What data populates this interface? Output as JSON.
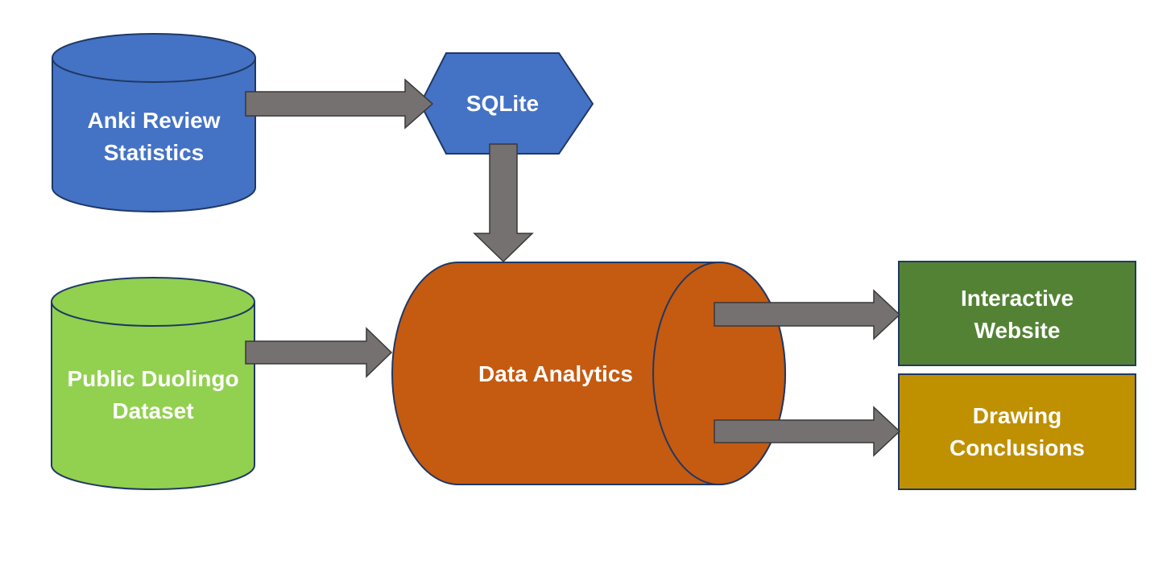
{
  "nodes": {
    "anki": {
      "line1": "Anki Review",
      "line2": "Statistics",
      "color": "#4472C4"
    },
    "duolingo": {
      "line1": "Public Duolingo",
      "line2": "Dataset",
      "color": "#92D050"
    },
    "sqlite": {
      "label": "SQLite",
      "color": "#4472C4"
    },
    "analytics": {
      "label": "Data Analytics",
      "color": "#C55A11"
    },
    "website": {
      "line1": "Interactive",
      "line2": "Website",
      "color": "#548235"
    },
    "conclusions": {
      "line1": "Drawing",
      "line2": "Conclusions",
      "color": "#BF9000"
    }
  },
  "edges": [
    {
      "from": "anki",
      "to": "sqlite"
    },
    {
      "from": "sqlite",
      "to": "analytics"
    },
    {
      "from": "duolingo",
      "to": "analytics"
    },
    {
      "from": "analytics",
      "to": "website"
    },
    {
      "from": "analytics",
      "to": "conclusions"
    }
  ],
  "colors": {
    "arrow": "#767171",
    "outline": "#1F3864"
  }
}
